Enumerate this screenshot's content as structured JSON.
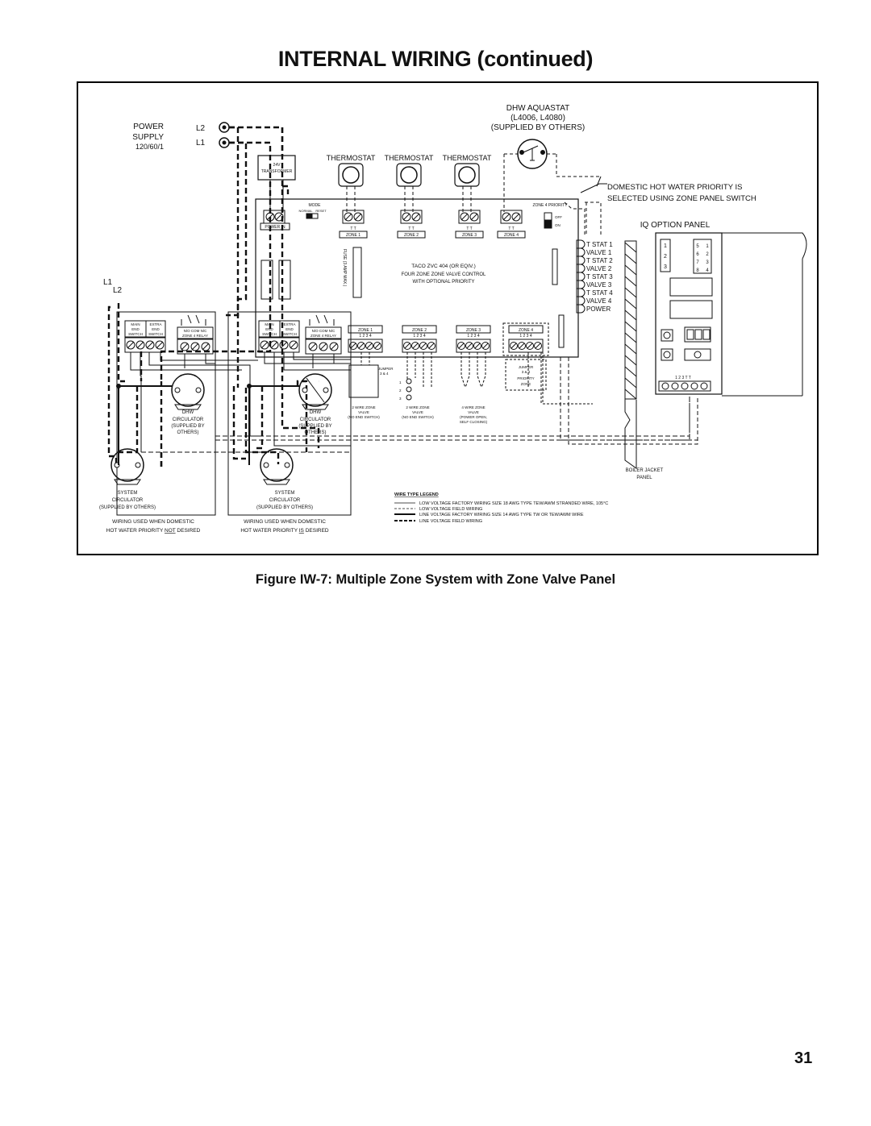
{
  "page": {
    "title": "INTERNAL WIRING (continued)",
    "caption": "Figure IW-7:  Multiple Zone System with Zone Valve Panel",
    "page_number": "31"
  },
  "power": {
    "label_power": "POWER",
    "label_supply": "SUPPLY",
    "rating": "120/60/1",
    "l2": "L2",
    "l1": "L1"
  },
  "transformer": {
    "line1": "24V",
    "line2": "TRANSFORMER"
  },
  "aquastat": {
    "line1": "DHW AQUASTAT",
    "line2": "(L4006, L4080)",
    "line3": "(SUPPLIED BY OTHERS)"
  },
  "thermostats": [
    "THERMOSTAT",
    "THERMOSTAT",
    "THERMOSTAT"
  ],
  "priority_note": {
    "line1": "DOMESTIC HOT WATER PRIORITY IS",
    "line2": "SELECTED USING ZONE PANEL SWITCH"
  },
  "zone_panel": {
    "mode": "MODE",
    "normal": "NORMAL",
    "reset": "RESET",
    "power_in": "POWER IN",
    "zone4_priority": "ZONE 4 PRIORITY",
    "off": "OFF",
    "on": "ON",
    "tt": "T    T",
    "zones": [
      "ZONE 1",
      "ZONE 2",
      "ZONE 3",
      "ZONE 4"
    ],
    "fuse": "FUSE (3 AMP MAX.)",
    "model_line1": "TACO   ZVC   404 (OR EQIV.)",
    "model_line2": "FOUR ZONE ZONE VALVE CONTROL",
    "model_line3": "WITH OPTIONAL PRIORITY",
    "term_nums": "1   2   3   4",
    "jumper": "JUMPER",
    "jumper_34": "3 & 4",
    "priority_zone_1": "PRIORITY",
    "priority_zone_2": "ZONE"
  },
  "connector_labels": [
    "T STAT 1",
    "VALVE 1",
    "T STAT 2",
    "VALVE 2",
    "T STAT 3",
    "VALVE 3",
    "T STAT 4",
    "VALVE 4",
    "POWER"
  ],
  "valves": {
    "two_wire": [
      "2 WIRE ZONE",
      "VALVE"
    ],
    "two_wire_b": [
      "2 WIRE ZONE",
      "VALVE",
      "(NO END SWITCH)"
    ],
    "four_wire": [
      "4 WIRE ZONE",
      "VALVE",
      "(POWER OPEN,",
      "SELF CLOSING)"
    ],
    "no_end_switch": "(NO END SWITCH)"
  },
  "iq_panel": {
    "title": "IQ OPTION PANEL",
    "left_nums": [
      "1",
      "2",
      "3"
    ],
    "right_nums_a": [
      "5",
      "6",
      "7",
      "8"
    ],
    "right_nums_b": [
      "1",
      "2",
      "3",
      "4"
    ],
    "terminals": "1    2    3    T    T",
    "jacket_line1": "BOILER JACKET",
    "jacket_line2": "PANEL"
  },
  "boiler_terms": {
    "main_end": [
      "MAIN",
      "END",
      "SWITCH"
    ],
    "extra_end": [
      "EXTRA",
      "END",
      "SWITCH"
    ],
    "relay": [
      "N/O COM N/C",
      "ZONE 4 RELAY"
    ],
    "l1": "L1",
    "l2": "L2"
  },
  "left_group": {
    "dhw_circ": [
      "DHW",
      "CIRCULATOR",
      "(SUPPLIED BY",
      "OTHERS)"
    ],
    "sys_circ": [
      "SYSTEM",
      "CIRCULATOR",
      "(SUPPLIED BY OTHERS)"
    ],
    "note_line1": "WIRING USED WHEN DOMESTIC",
    "note_line2_pre": "HOT WATER PRIORITY ",
    "note_line2_u": "NOT",
    "note_line2_post": " DESIRED"
  },
  "right_group": {
    "dhw_circ": [
      "DHW",
      "CIRCULATOR",
      "(SUPPLIED BY",
      "OTHERS)"
    ],
    "sys_circ": [
      "SYSTEM",
      "CIRCULATOR",
      "(SUPPLIED BY OTHERS)"
    ],
    "note_line1": "WIRING USED WHEN DOMESTIC",
    "note_line2_pre": "HOT WATER PRIORITY ",
    "note_line2_u": "IS",
    "note_line2_post": " DESIRED"
  },
  "legend": {
    "title": "WIRE TYPE LEGEND",
    "items": [
      "LOW VOLTAGE FACTORY WIRING SIZE 18 AWG TYPE TEW/AWM STRANDED WIRE, 105°C",
      "LOW VOLTAGE FIELD WIRING",
      "LINE VOLTAGE FACTORY WIRING SIZE 14 AWG TYPE TW OR TEW/AWM WIRE",
      "LINE VOLTAGE FIELD WIRING"
    ]
  }
}
